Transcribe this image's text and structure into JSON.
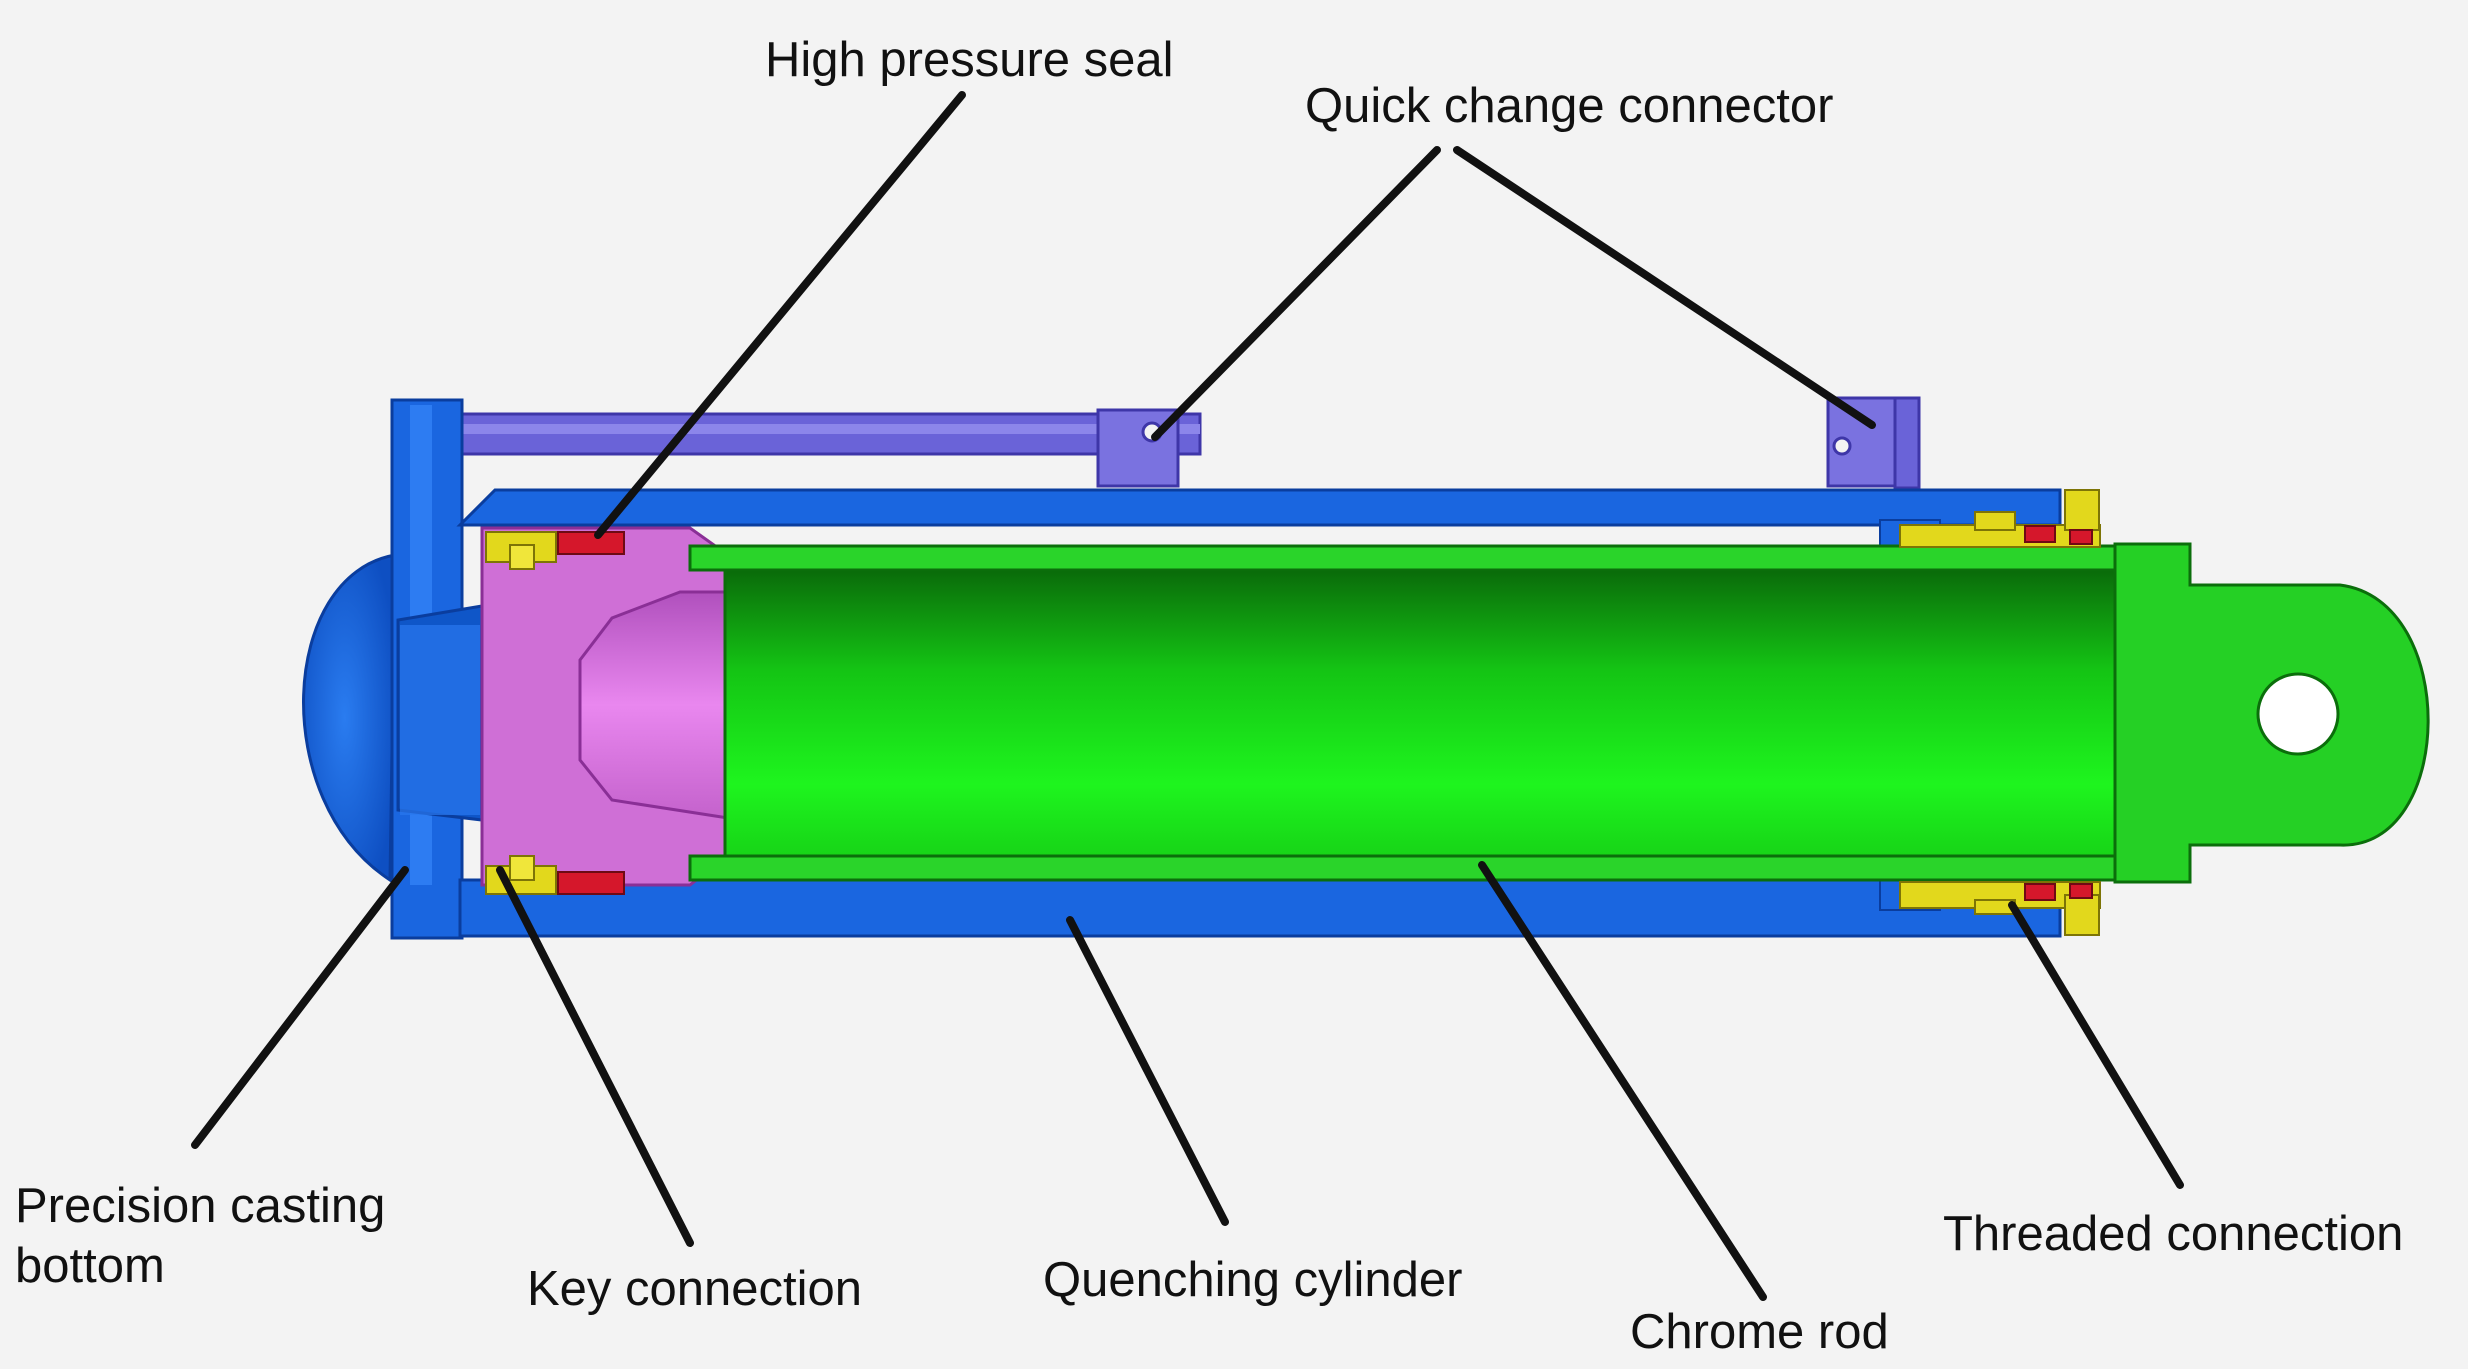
{
  "labels": {
    "high_pressure_seal": "High pressure seal",
    "quick_change_connector": "Quick change connector",
    "precision_casting_bottom_line1": "Precision casting",
    "precision_casting_bottom_line2": "bottom",
    "key_connection": "Key connection",
    "quenching_cylinder": "Quenching cylinder",
    "chrome_rod": "Chrome rod",
    "threaded_connection": "Threaded connection"
  },
  "colors": {
    "background": "#f3f3f3",
    "cylinder_blue": "#1a66e0",
    "tube_purple": "#6a63d8",
    "piston_pink": "#cf6fd6",
    "rod_green": "#1ee81e",
    "gland_yellow": "#e2d81c",
    "seal_red": "#d5172b",
    "leader_line": "#111111"
  }
}
